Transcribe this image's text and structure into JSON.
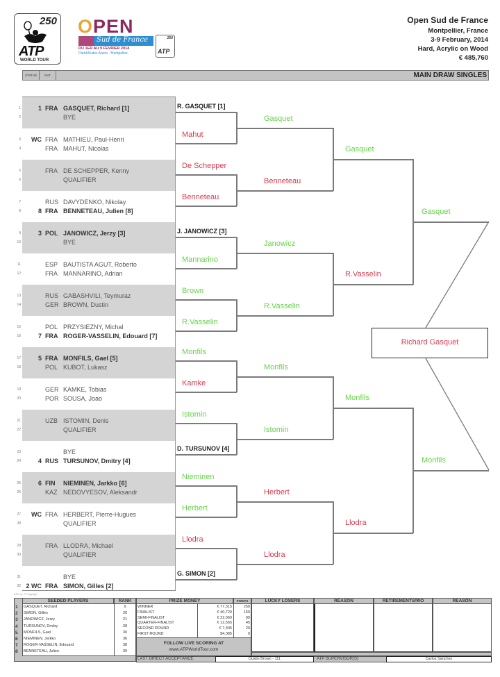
{
  "header": {
    "atp_logo": {
      "tier": "250",
      "brand": "ATP",
      "subtitle": "WORLD TOUR"
    },
    "event_logo": {
      "word": "OPEN",
      "banner": "Sud de France",
      "dates": "DU 1ER AU 9 FEVRIER 2014",
      "venue": "Park&Suites Arena · Montpellier"
    },
    "tournament": {
      "name": "Open Sud de France",
      "location": "Montpellier, France",
      "dates": "3-9 February, 2014",
      "surface": "Hard, Acrylic on Wood",
      "prize": "€ 485,760"
    },
    "bar": {
      "status_label": "STATUS",
      "nat_label": "NAT",
      "title": "MAIN DRAW SINGLES"
    }
  },
  "draw": [
    {
      "shaded": true,
      "players": [
        {
          "line": "1",
          "seed": "1",
          "nat": "FRA",
          "name": "GASQUET, Richard [1]",
          "bold": true
        },
        {
          "line": "2",
          "seed": "",
          "nat": "",
          "name": "BYE",
          "bold": false
        }
      ]
    },
    {
      "shaded": false,
      "players": [
        {
          "line": "3",
          "seed": "WC",
          "nat": "FRA",
          "name": "MATHIEU, Paul-Henri",
          "bold": false
        },
        {
          "line": "4",
          "seed": "",
          "nat": "FRA",
          "name": "MAHUT, Nicolas",
          "bold": false
        }
      ]
    },
    {
      "shaded": true,
      "players": [
        {
          "line": "5",
          "seed": "",
          "nat": "FRA",
          "name": "DE SCHEPPER, Kenny",
          "bold": false
        },
        {
          "line": "6",
          "seed": "",
          "nat": "",
          "name": "QUALIFIER",
          "bold": false
        }
      ]
    },
    {
      "shaded": false,
      "players": [
        {
          "line": "7",
          "seed": "",
          "nat": "RUS",
          "name": "DAVYDENKO, Nikolay",
          "bold": false
        },
        {
          "line": "8",
          "seed": "8",
          "nat": "FRA",
          "name": "BENNETEAU, Julien [8]",
          "bold": true
        }
      ]
    },
    {
      "shaded": true,
      "players": [
        {
          "line": "9",
          "seed": "3",
          "nat": "POL",
          "name": "JANOWICZ, Jerzy [3]",
          "bold": true
        },
        {
          "line": "10",
          "seed": "",
          "nat": "",
          "name": "BYE",
          "bold": false
        }
      ]
    },
    {
      "shaded": false,
      "players": [
        {
          "line": "11",
          "seed": "",
          "nat": "ESP",
          "name": "BAUTISTA AGUT, Roberto",
          "bold": false
        },
        {
          "line": "12",
          "seed": "",
          "nat": "FRA",
          "name": "MANNARINO, Adrian",
          "bold": false
        }
      ]
    },
    {
      "shaded": true,
      "players": [
        {
          "line": "13",
          "seed": "",
          "nat": "RUS",
          "name": "GABASHVILI, Teymuraz",
          "bold": false
        },
        {
          "line": "14",
          "seed": "",
          "nat": "GER",
          "name": "BROWN, Dustin",
          "bold": false
        }
      ]
    },
    {
      "shaded": false,
      "players": [
        {
          "line": "15",
          "seed": "",
          "nat": "POL",
          "name": "PRZYSIEZNY, Michal",
          "bold": false
        },
        {
          "line": "16",
          "seed": "7",
          "nat": "FRA",
          "name": "ROGER-VASSELIN, Edouard [7]",
          "bold": true
        }
      ]
    },
    {
      "shaded": true,
      "players": [
        {
          "line": "17",
          "seed": "5",
          "nat": "FRA",
          "name": "MONFILS, Gael [5]",
          "bold": true
        },
        {
          "line": "18",
          "seed": "",
          "nat": "POL",
          "name": "KUBOT, Lukasz",
          "bold": false
        }
      ]
    },
    {
      "shaded": false,
      "players": [
        {
          "line": "19",
          "seed": "",
          "nat": "GER",
          "name": "KAMKE, Tobias",
          "bold": false
        },
        {
          "line": "20",
          "seed": "",
          "nat": "POR",
          "name": "SOUSA, Joao",
          "bold": false
        }
      ]
    },
    {
      "shaded": true,
      "players": [
        {
          "line": "21",
          "seed": "",
          "nat": "UZB",
          "name": "ISTOMIN, Denis",
          "bold": false
        },
        {
          "line": "22",
          "seed": "",
          "nat": "",
          "name": "QUALIFIER",
          "bold": false
        }
      ]
    },
    {
      "shaded": false,
      "players": [
        {
          "line": "23",
          "seed": "",
          "nat": "",
          "name": "BYE",
          "bold": false
        },
        {
          "line": "24",
          "seed": "4",
          "nat": "RUS",
          "name": "TURSUNOV, Dmitry [4]",
          "bold": true
        }
      ]
    },
    {
      "shaded": true,
      "players": [
        {
          "line": "25",
          "seed": "6",
          "nat": "FIN",
          "name": "NIEMINEN, Jarkko [6]",
          "bold": true
        },
        {
          "line": "26",
          "seed": "",
          "nat": "KAZ",
          "name": "NEDOVYESOV, Aleksandr",
          "bold": false
        }
      ]
    },
    {
      "shaded": false,
      "players": [
        {
          "line": "27",
          "seed": "WC",
          "nat": "FRA",
          "name": "HERBERT, Pierre-Hugues",
          "bold": false
        },
        {
          "line": "28",
          "seed": "",
          "nat": "",
          "name": "QUALIFIER",
          "bold": false
        }
      ]
    },
    {
      "shaded": true,
      "players": [
        {
          "line": "29",
          "seed": "",
          "nat": "FRA",
          "name": "LLODRA, Michael",
          "bold": false
        },
        {
          "line": "30",
          "seed": "",
          "nat": "",
          "name": "QUALIFIER",
          "bold": false
        }
      ]
    },
    {
      "shaded": false,
      "players": [
        {
          "line": "31",
          "seed": "",
          "nat": "",
          "name": "BYE",
          "bold": false
        },
        {
          "line": "32",
          "seed": "2 WC",
          "nat": "FRA",
          "name": "SIMON, Gilles [2]",
          "bold": true
        }
      ]
    }
  ],
  "rounds": {
    "round1": [
      {
        "name": "R. GASQUET [1]",
        "type": "bye"
      },
      {
        "name": "Mahut",
        "type": "lose"
      },
      {
        "name": "De Schepper",
        "type": "lose"
      },
      {
        "name": "Benneteau",
        "type": "lose"
      },
      {
        "name": "J. JANOWICZ [3]",
        "type": "bye"
      },
      {
        "name": "Mannarino",
        "type": "win"
      },
      {
        "name": "Brown",
        "type": "win"
      },
      {
        "name": "R.Vasselin",
        "type": "win"
      },
      {
        "name": "Monfils",
        "type": "win"
      },
      {
        "name": "Kamke",
        "type": "lose"
      },
      {
        "name": "Istomin",
        "type": "win"
      },
      {
        "name": "D. TURSUNOV [4]",
        "type": "bye"
      },
      {
        "name": "Nieminen",
        "type": "win"
      },
      {
        "name": "Herbert",
        "type": "win"
      },
      {
        "name": "Llodra",
        "type": "lose"
      },
      {
        "name": "G. SIMON [2]",
        "type": "bye"
      }
    ],
    "round2": [
      {
        "name": "Gasquet",
        "type": "win"
      },
      {
        "name": "Benneteau",
        "type": "lose"
      },
      {
        "name": "Janowicz",
        "type": "win"
      },
      {
        "name": "R.Vasselin",
        "type": "win"
      },
      {
        "name": "Monfils",
        "type": "win"
      },
      {
        "name": "Istomin",
        "type": "win"
      },
      {
        "name": "Herbert",
        "type": "lose"
      },
      {
        "name": "Llodra",
        "type": "lose"
      }
    ],
    "quarterfinal": [
      {
        "name": "Gasquet",
        "type": "win"
      },
      {
        "name": "R.Vasselin",
        "type": "lose"
      },
      {
        "name": "Monfils",
        "type": "win"
      },
      {
        "name": "Llodra",
        "type": "lose"
      }
    ],
    "semifinal": [
      {
        "name": "Gasquet",
        "type": "win"
      },
      {
        "name": "Monfils",
        "type": "win"
      }
    ],
    "final": {
      "name": "Richard Gasquet",
      "type": "lose"
    }
  },
  "colors": {
    "win": "#66d14a",
    "lose": "#d63a4e",
    "shade": "#d4d4d4",
    "header_bar": "#c4c4c4"
  },
  "footer": {
    "seeded": {
      "header": "SEEDED PLAYERS",
      "rank_header": "RANK",
      "rows": [
        {
          "n": "1",
          "name": "GASQUET, Richard",
          "rank": "9"
        },
        {
          "n": "2",
          "name": "SIMON, Gilles",
          "rank": "20"
        },
        {
          "n": "3",
          "name": "JANOWICZ, Jerzy",
          "rank": "21"
        },
        {
          "n": "4",
          "name": "TURSUNOV, Dmitry",
          "rank": "28"
        },
        {
          "n": "5",
          "name": "MONFILS, Gael",
          "rank": "30"
        },
        {
          "n": "6",
          "name": "NIEMINEN, Jarkko",
          "rank": "36"
        },
        {
          "n": "7",
          "name": "ROGER-VASSELIN, Edouard",
          "rank": "38"
        },
        {
          "n": "8",
          "name": "BENNETEAU, Julien",
          "rank": "39"
        }
      ]
    },
    "prize": {
      "header": "PRIZE MONEY",
      "points_header": "POINTS",
      "rows": [
        {
          "round": "WINNER",
          "money": "€ 77,315",
          "points": "250"
        },
        {
          "round": "FINALIST",
          "money": "€ 40,720",
          "points": "150"
        },
        {
          "round": "SEMI-FINALIST",
          "money": "€ 22,060",
          "points": "90"
        },
        {
          "round": "QUARTER-FINALIST",
          "money": "€ 12,565",
          "points": "45"
        },
        {
          "round": "SECOND ROUND",
          "money": "€ 7,405",
          "points": "20"
        },
        {
          "round": "FIRST ROUND",
          "money": "$4,385",
          "points": "0"
        }
      ],
      "follow_line1": "FOLLOW LIVE SCORING AT",
      "follow_line2": "www.ATPWorldTour.com"
    },
    "lucky_losers_header": "LUCKY LOSERS",
    "reason_header": "REASON",
    "retirements_header": "RETIREMENTS/WO",
    "reason2_header": "REASON",
    "last_direct_label": "LAST DIRECT ACCEPTANCE",
    "last_direct_value": "Dustin Brown - 111",
    "supervisor_label": "ATP SUPERVISOR(S)",
    "supervisor_value": "Carlos Sanchez"
  }
}
